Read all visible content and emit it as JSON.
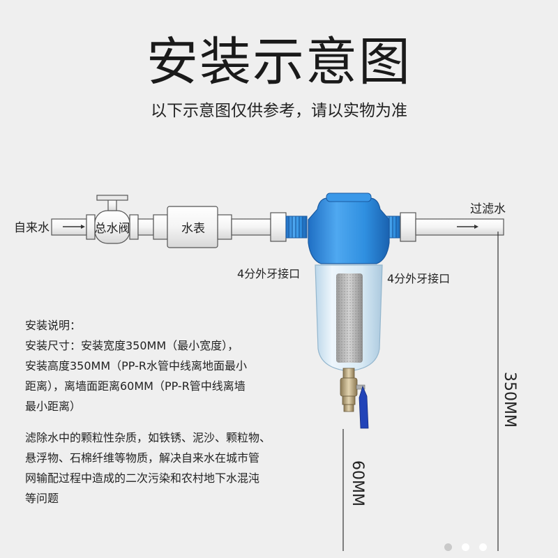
{
  "title": "安装示意图",
  "subtitle": "以下示意图仅供参考，请以实物为准",
  "labels": {
    "tap_water": "自来水",
    "main_valve": "总水阀",
    "water_meter": "水表",
    "filtered_water": "过滤水",
    "thread_left": "4分外牙接口",
    "thread_right": "4分外牙接口",
    "height_350": "350MM",
    "height_60": "60MM"
  },
  "notes": {
    "install": "安装说明：\n安装尺寸：安装宽度350MM（最小宽度），\n安装高度350MM（PP-R水管中线离地面最小\n距离），离墙面距离60MM（PP-R管中线离墙\n最小距离）",
    "description": "滤除水中的颗粒性杂质，如铁锈、泥沙、颗粒物、\n悬浮物、石棉纤维等物质，解决自来水在城市管\n网输配过程中造成的二次污染和农村地下水混沌\n等问题"
  },
  "carousel": {
    "pages": 3,
    "active": 1
  },
  "colors": {
    "housing_blue": "#2f8fe0",
    "valve_handle": "#2244b8",
    "brass": "#b9a27a"
  }
}
